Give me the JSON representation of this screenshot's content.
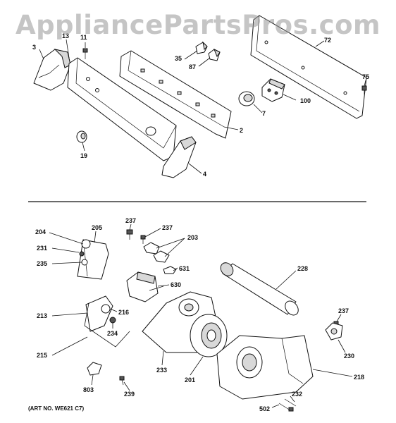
{
  "watermark": "AppliancePartsPros.com",
  "art_number": "(ART NO. WE621 C7)",
  "callouts": {
    "c3": "3",
    "c11": "11",
    "c13": "13",
    "c35": "35",
    "c87": "87",
    "c72": "72",
    "c75": "75",
    "c100": "100",
    "c7": "7",
    "c2": "2",
    "c19": "19",
    "c4": "4",
    "c204": "204",
    "c205": "205",
    "c231": "231",
    "c235": "235",
    "c237a": "237",
    "c237b": "237",
    "c203": "203",
    "c631": "631",
    "c630": "630",
    "c228": "228",
    "c213": "213",
    "c216": "216",
    "c234": "234",
    "c215": "215",
    "c233": "233",
    "c201": "201",
    "c237c": "237",
    "c230": "230",
    "c218": "218",
    "c803": "803",
    "c239": "239",
    "c232": "232",
    "c502": "502"
  },
  "colors": {
    "ink": "#111111",
    "shade": "#d8d8d8",
    "watermark": "#969696"
  }
}
